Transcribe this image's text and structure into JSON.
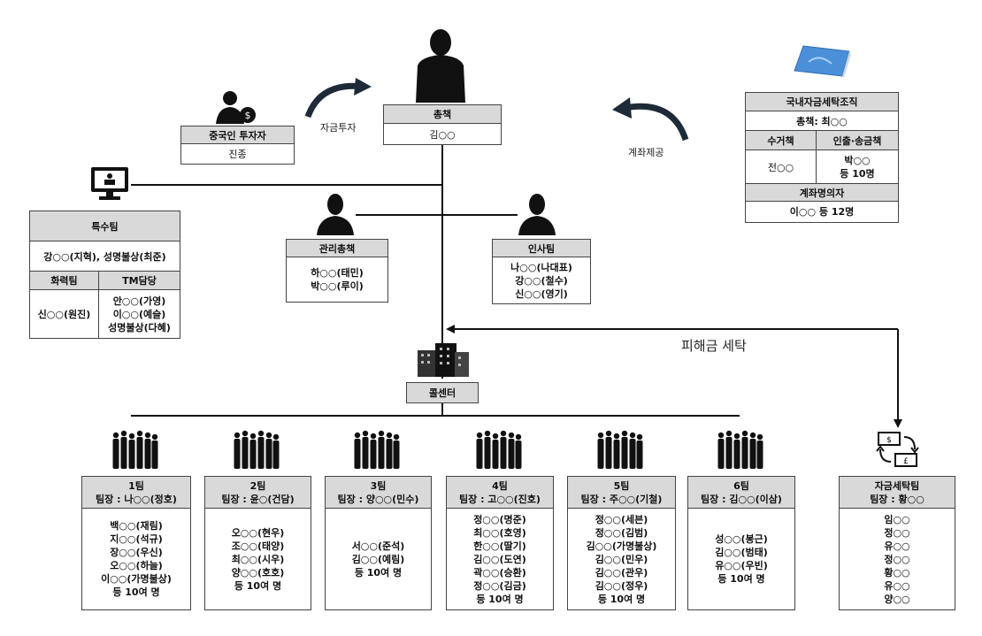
{
  "boss": {
    "title": "총책",
    "name": "김○○"
  },
  "investor": {
    "title": "중국인 투자자",
    "name": "진종"
  },
  "labels": {
    "investment": "자금투자",
    "account": "계좌제공",
    "laundering": "피해금 세탁"
  },
  "domestic_org": {
    "title": "국내자금세탁조직",
    "boss": "총책: 최○○",
    "col1_title": "수거책",
    "col2_title": "인출·송금책",
    "col1_value": "전○○",
    "col2_lines": [
      "박○○",
      "등 10명"
    ],
    "nominee_title": "계좌명의자",
    "nominee_value": "이○○ 등 12명"
  },
  "special_team": {
    "title": "특수팀",
    "members": "강○○(지혁), 성명불상(최준)",
    "col1_title": "화력팀",
    "col2_title": "TM담당",
    "col1_value": "신○○(원진)",
    "col2_lines": [
      "안○○(가영)",
      "이○○(예슬)",
      "성명불상(다혜)"
    ]
  },
  "manager": {
    "title": "관리총책",
    "lines": [
      "하○○(태민)",
      "박○○(루이)"
    ]
  },
  "hr": {
    "title": "인사팀",
    "lines": [
      "나○○(나대표)",
      "강○○(철수)",
      "신○○(영기)"
    ]
  },
  "call_center": {
    "title": "콜센터"
  },
  "teams": [
    {
      "name": "1팀",
      "leader": "팀장 : 나○○(정호)",
      "members": [
        "백○○(재림)",
        "지○○(석규)",
        "장○○(우신)",
        "오○○(하늘)",
        "이○○(가명불상)",
        "등 10여 명"
      ]
    },
    {
      "name": "2팀",
      "leader": "팀장 : 윤○(건담)",
      "members": [
        "오○○(현우)",
        "조○○(태양)",
        "최○○(시우)",
        "양○○(호호)",
        "등 10여 명"
      ]
    },
    {
      "name": "3팀",
      "leader": "팀장 : 양○○(민수)",
      "members": [
        "서○○(준석)",
        "김○○(예림)",
        "등 10여 명"
      ]
    },
    {
      "name": "4팀",
      "leader": "팀장 : 고○○(진호)",
      "members": [
        "정○○(명준)",
        "최○○(호영)",
        "한○○(딸기)",
        "김○○(도연)",
        "곽○○(승환)",
        "정○○(김금)",
        "등 10여 명"
      ]
    },
    {
      "name": "5팀",
      "leader": "팀장 : 주○○(기철)",
      "members": [
        "정○○(세븐)",
        "정○○(김범)",
        "김○○(가명불상)",
        "김○○(민우)",
        "김○○(관우)",
        "김○○(정우)",
        "등 10여 명"
      ]
    },
    {
      "name": "6팀",
      "leader": "팀장 : 김○○(이삼)",
      "members": [
        "성○○(봉근)",
        "김○○(범태)",
        "유○○(우빈)",
        "등 10여 명"
      ]
    }
  ],
  "laundry_team": {
    "title": "자금세탁팀",
    "leader": "팀장 : 황○○",
    "members": [
      "임○○",
      "정○○",
      "유○○",
      "정○○",
      "황○○",
      "유○○",
      "양○○"
    ]
  },
  "colors": {
    "header_bg": "#d9d9d9",
    "icon": "#111111",
    "arrow": "#1e2a38",
    "book": "#4a8fd8"
  }
}
